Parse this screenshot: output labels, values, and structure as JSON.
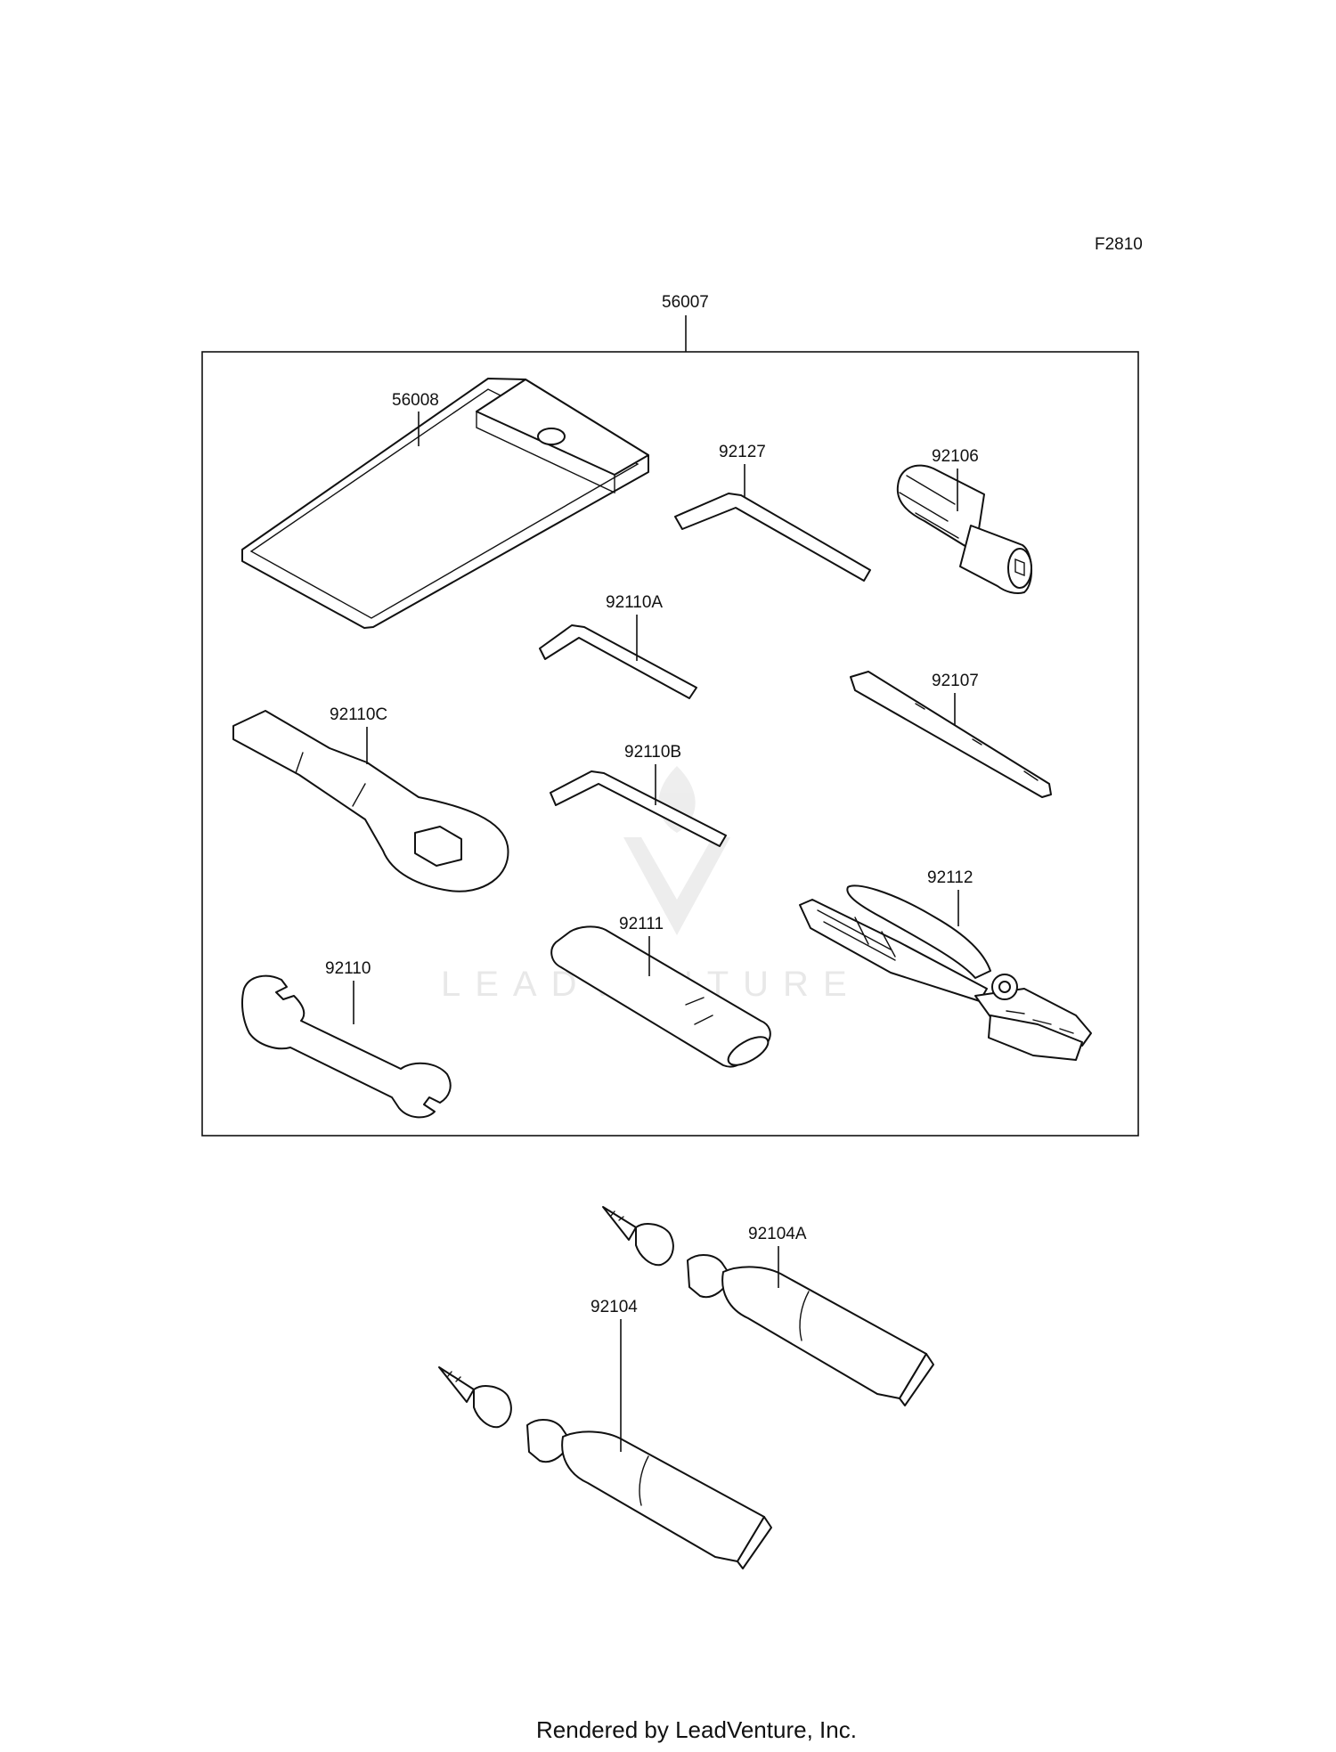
{
  "diagram": {
    "figure_code": "F2810",
    "kit_label": "56007",
    "labels": {
      "pouch": "56008",
      "hex_key_long": "92127",
      "bit_holder": "92106",
      "hex_key_a": "92110A",
      "screwdriver_bit": "92107",
      "ring_wrench": "92110C",
      "hex_key_b": "92110B",
      "pliers": "92112",
      "handle": "92111",
      "open_wrench": "92110",
      "grease_tube_a": "92104A",
      "grease_tube": "92104"
    },
    "watermark": "LEADVENTURE",
    "footer": "Rendered by LeadVenture, Inc."
  }
}
